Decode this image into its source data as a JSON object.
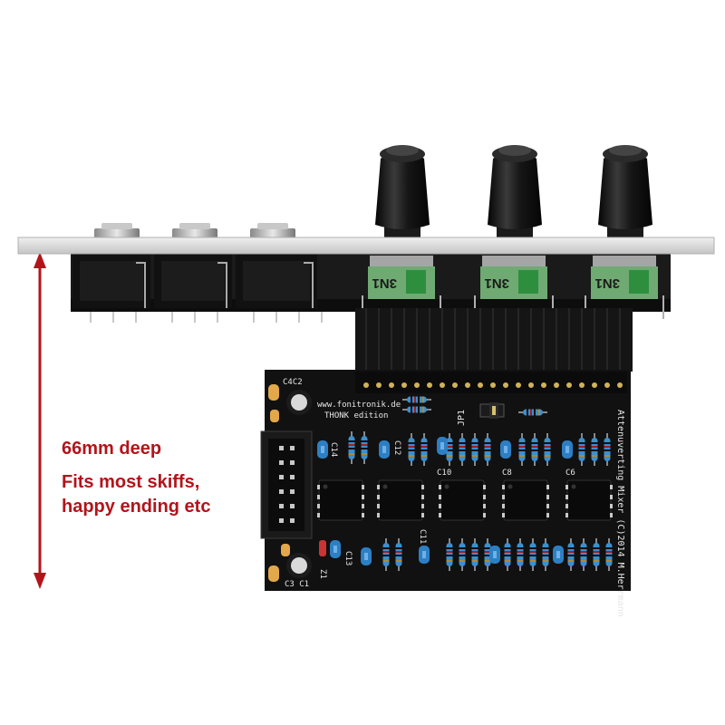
{
  "annotation": {
    "depth": "66mm deep",
    "fits_line1": "Fits most skiffs,",
    "fits_line2": "happy ending etc",
    "arrow_color": "#b3141a"
  },
  "pcb": {
    "url_text": "www.fonitronik.de",
    "edition_text": "THONK edition",
    "title_text": "Attenuverting Mixer (C)2014 M.Herrmann",
    "jumper_label": "JP1",
    "labels": {
      "c4c2": "C4C2",
      "c3c1": "C3 C1",
      "c14": "C14",
      "c12": "C12",
      "c10": "C10",
      "c8": "C8",
      "c6": "C6",
      "c13": "C13",
      "c11": "C11",
      "z1": "Z1"
    },
    "colors": {
      "board": "#111111",
      "resistor": "#3b8fd0",
      "panel": "#d8d8d8"
    }
  },
  "pots": [
    {
      "label": "3N1"
    },
    {
      "label": "3N1"
    },
    {
      "label": "3N1"
    }
  ]
}
